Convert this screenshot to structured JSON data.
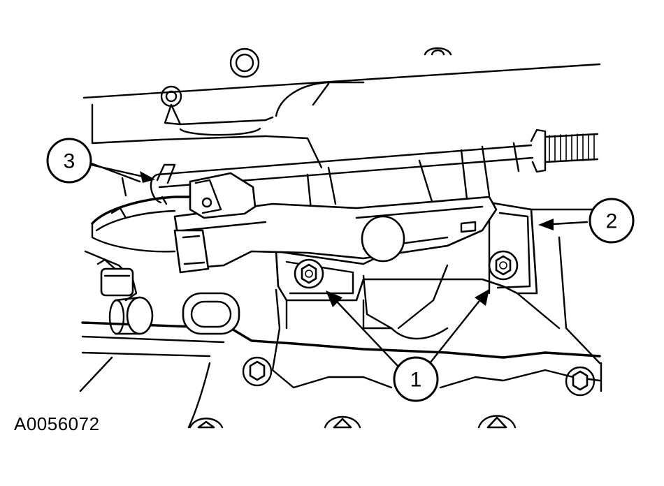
{
  "figure": {
    "id_label": "A0056072"
  },
  "callouts": [
    {
      "label": "1"
    },
    {
      "label": "2"
    },
    {
      "label": "3"
    }
  ]
}
